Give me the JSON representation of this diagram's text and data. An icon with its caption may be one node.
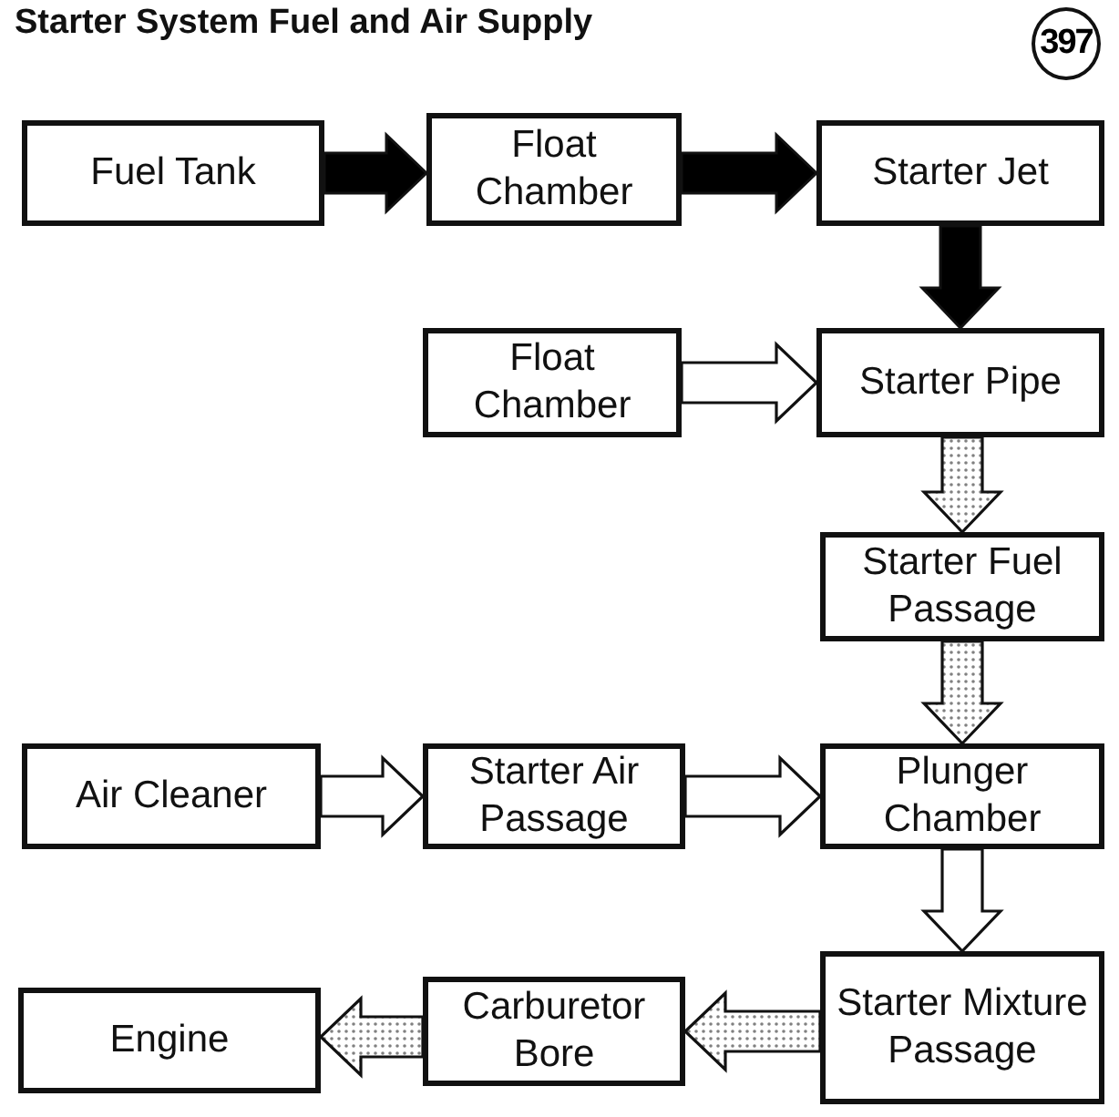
{
  "diagram": {
    "title": "Starter System Fuel and Air Supply",
    "nodes": [
      {
        "text": [
          "Fuel Tank"
        ]
      },
      {
        "text": [
          "Float Chamber"
        ]
      },
      {
        "text": [
          "Starter Jet"
        ]
      },
      {
        "text": [
          "Float Chamber"
        ]
      },
      {
        "text": [
          "Starter Pipe"
        ]
      },
      {
        "text": [
          "Starter Fuel Passage"
        ]
      },
      {
        "text": [
          "Air Cleaner"
        ]
      },
      {
        "text": [
          "Starter Air Passage"
        ]
      },
      {
        "text": [
          "Plunger Chamber"
        ]
      },
      {
        "text": [
          "Engine"
        ]
      },
      {
        "text": [
          "Carburetor Bore"
        ]
      },
      {
        "text": [
          "Starter Mixture Passage"
        ]
      }
    ],
    "edges": [
      {
        "from": 0,
        "to": 1,
        "arrow": "to",
        "style": "thick",
        "color": "#000000"
      },
      {
        "from": 1,
        "to": 2,
        "arrow": "to",
        "style": "thick",
        "color": "#000000"
      },
      {
        "from": 2,
        "to": 4,
        "arrow": "to",
        "style": "thick",
        "color": "#000000"
      },
      {
        "from": 3,
        "to": 4,
        "arrow": "to"
      },
      {
        "from": 4,
        "to": 5,
        "arrow": "to",
        "color": "#808080"
      },
      {
        "from": 5,
        "to": 8,
        "arrow": "to",
        "color": "#808080"
      },
      {
        "from": 6,
        "to": 7,
        "arrow": "to"
      },
      {
        "from": 7,
        "to": 8,
        "arrow": "to"
      },
      {
        "from": 8,
        "to": 11,
        "arrow": "to"
      },
      {
        "from": 11,
        "to": 10,
        "arrow": "to",
        "color": "#808080"
      },
      {
        "from": 10,
        "to": 9,
        "arrow": "to",
        "color": "#808080"
      }
    ],
    "labels": [
      "397"
    ]
  }
}
